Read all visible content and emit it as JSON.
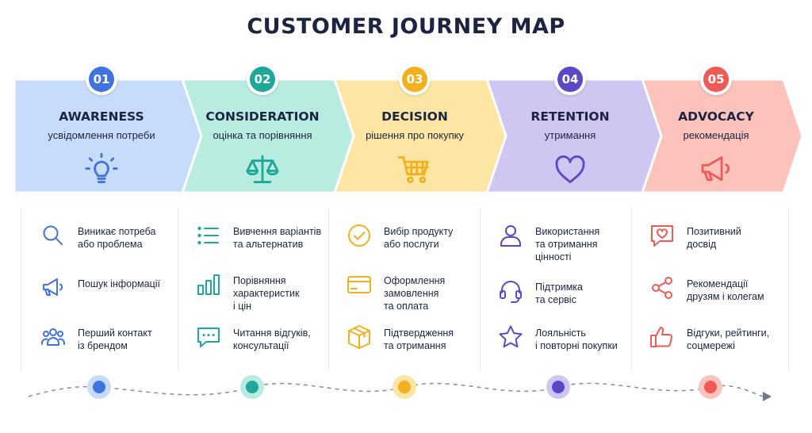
{
  "title": "CUSTOMER JOURNEY MAP",
  "stages": [
    {
      "number": "01",
      "name": "AWARENESS",
      "subtitle": "усвідомлення потреби",
      "icon": "lightbulb-icon",
      "fill": "#c7dcfb",
      "accent": "#3f73df",
      "items": [
        {
          "icon": "search-icon",
          "text": "Виникає потреба\nабо проблема"
        },
        {
          "icon": "megaphone-icon",
          "text": "Пошук інформації"
        },
        {
          "icon": "people-icon",
          "text": "Перший контакт\nіз брендом"
        }
      ]
    },
    {
      "number": "02",
      "name": "CONSIDERATION",
      "subtitle": "оцінка та порівняння",
      "icon": "scales-icon",
      "fill": "#b8ece1",
      "accent": "#1ea89a",
      "items": [
        {
          "icon": "list-icon",
          "text": "Вивчення варіантів\nта альтернатив"
        },
        {
          "icon": "bar-chart-icon",
          "text": "Порівняння\nхарактеристик\nі цін"
        },
        {
          "icon": "chat-icon",
          "text": "Читання відгуків,\nконсультації"
        }
      ]
    },
    {
      "number": "03",
      "name": "DECISION",
      "subtitle": "рішення про покупку",
      "icon": "cart-icon",
      "fill": "#fde6a3",
      "accent": "#f2b01e",
      "items": [
        {
          "icon": "check-circle-icon",
          "text": "Вибір продукту\nабо послуги"
        },
        {
          "icon": "credit-card-icon",
          "text": "Оформлення\nзамовлення\nта оплата"
        },
        {
          "icon": "box-icon",
          "text": "Підтвердження\nта отримання"
        }
      ]
    },
    {
      "number": "04",
      "name": "RETENTION",
      "subtitle": "утримання",
      "icon": "heart-icon",
      "fill": "#cfc6f2",
      "accent": "#5a49c6",
      "items": [
        {
          "icon": "user-icon",
          "text": "Використання\nта отримання\nцінності"
        },
        {
          "icon": "headset-icon",
          "text": "Підтримка\nта сервіс"
        },
        {
          "icon": "star-icon",
          "text": "Лояльність\nі повторні покупки"
        }
      ]
    },
    {
      "number": "05",
      "name": "ADVOCACY",
      "subtitle": "рекомендація",
      "icon": "megaphone-icon",
      "fill": "#fcc3bd",
      "accent": "#ee5a55",
      "items": [
        {
          "icon": "heart-message-icon",
          "text": "Позитивний\nдосвід"
        },
        {
          "icon": "share-icon",
          "text": "Рекомендації\nдрузям і колегам"
        },
        {
          "icon": "thumbs-up-icon",
          "text": "Відгуки, рейтинги,\nсоцмережі"
        }
      ]
    }
  ]
}
